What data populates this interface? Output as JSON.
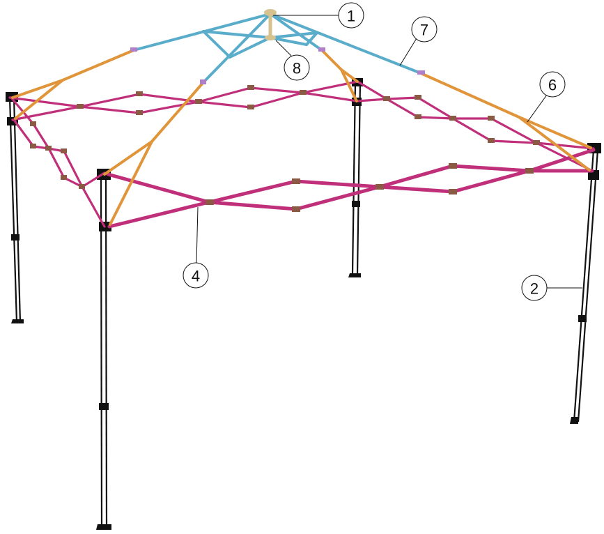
{
  "callouts": {
    "c1": "1",
    "c2": "2",
    "c4": "4",
    "c6": "6",
    "c7": "7",
    "c8": "8"
  },
  "colors": {
    "truss": "#c0307a",
    "rib": "#e0953a",
    "roof": "#5aaccb",
    "hub": "#d6c28f",
    "leg": "#111111",
    "node": "#8a5a44"
  }
}
